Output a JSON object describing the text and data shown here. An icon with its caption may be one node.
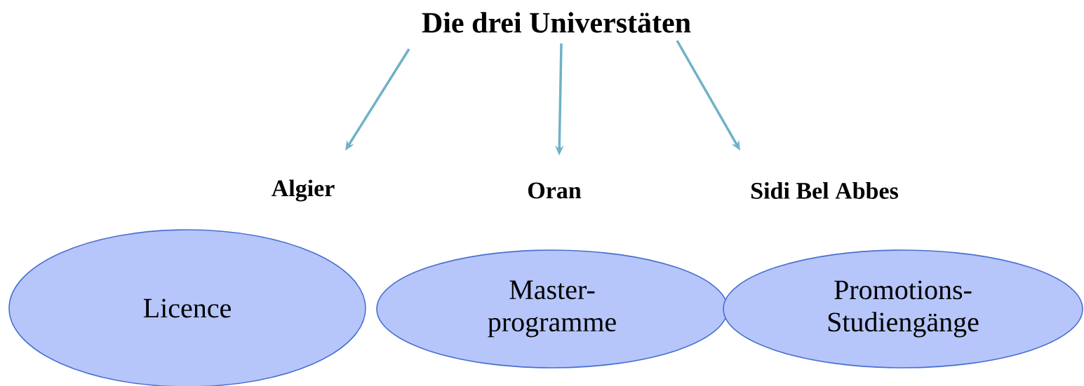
{
  "diagram": {
    "nodes": [
      {
        "text": [
          "Die drei Universtäten"
        ]
      },
      {
        "text": [
          "Algier"
        ]
      },
      {
        "text": [
          "Oran"
        ]
      },
      {
        "text": [
          "Sidi Bel Abbes"
        ]
      },
      {
        "text": [
          "Licence"
        ]
      },
      {
        "text": [
          "Master- programme"
        ]
      },
      {
        "text": [
          "Promotions- Studiengänge"
        ]
      }
    ],
    "edges": [
      {
        "from": 0,
        "to": 1,
        "arrow": "to"
      },
      {
        "from": 0,
        "to": 2,
        "arrow": "to"
      },
      {
        "from": 0,
        "to": 3,
        "arrow": "to"
      }
    ]
  }
}
